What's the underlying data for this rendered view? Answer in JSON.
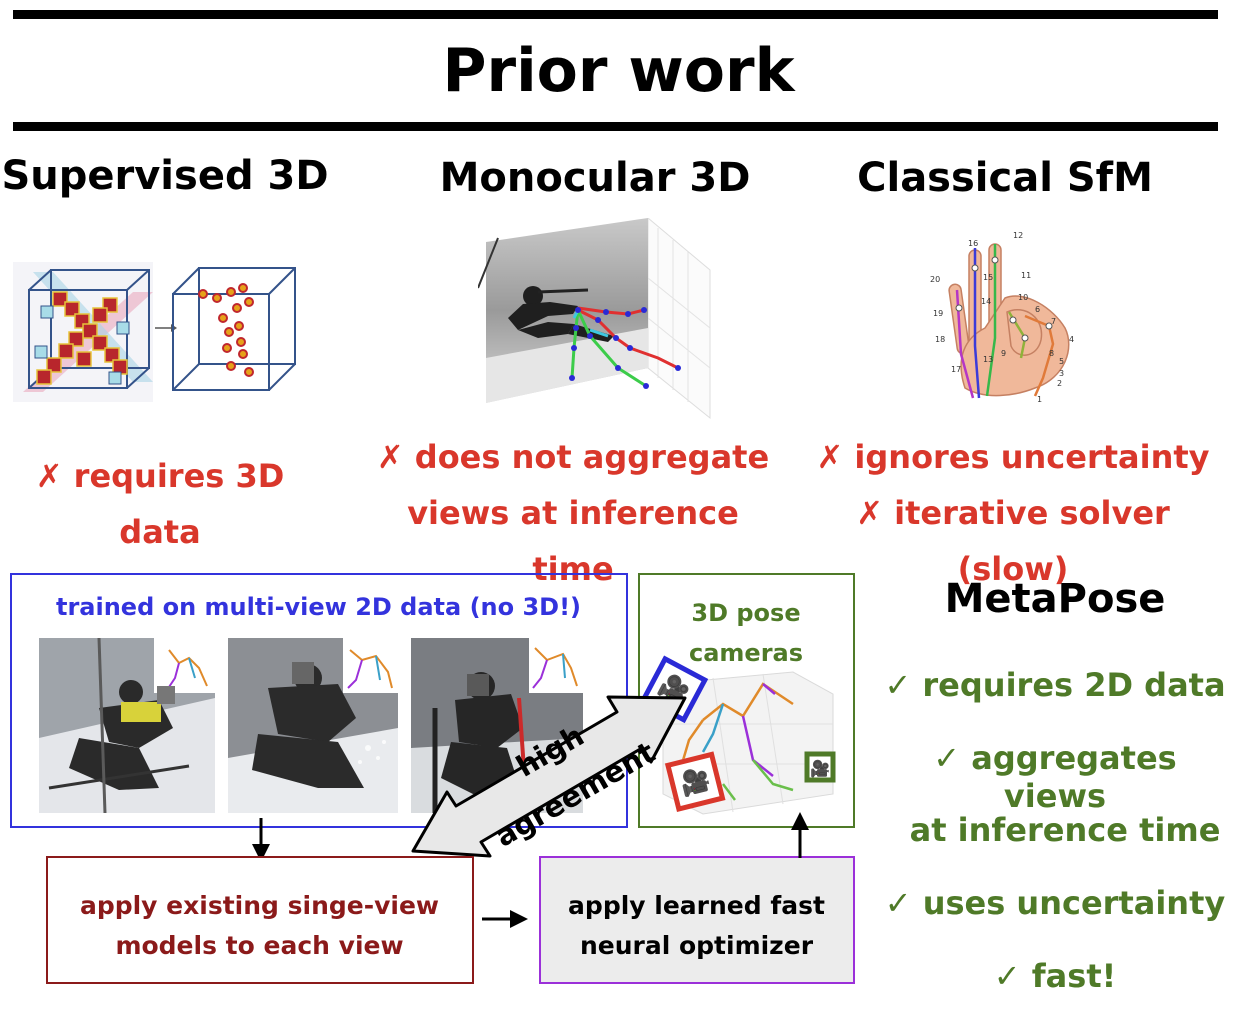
{
  "header": {
    "title": "Prior work"
  },
  "columns": [
    {
      "heading": "Supervised 3D",
      "cons": [
        "✗ requires 3D data"
      ]
    },
    {
      "heading": "Monocular 3D",
      "cons": [
        "✗ does not aggregate",
        "views at inference time"
      ]
    },
    {
      "heading": "Classical SfM",
      "cons": [
        "✗ ignores uncertainty",
        "✗ iterative solver (slow)"
      ]
    }
  ],
  "hand_labels": [
    "12",
    "16",
    "11",
    "15",
    "10",
    "20",
    "6",
    "7",
    "19",
    "14",
    "8",
    "4",
    "18",
    "9",
    "13",
    "5",
    "3",
    "17",
    "2",
    "1"
  ],
  "pipeline": {
    "training_box_label": "trained on multi-view 2D data (no 3D!)",
    "pose_box_label": [
      "3D pose",
      "cameras"
    ],
    "apply_models_label": [
      "apply existing singe-view",
      "models to each view"
    ],
    "optimizer_label": [
      "apply learned fast",
      "neural optimizer"
    ],
    "agreement_label": "high agreement"
  },
  "metapose": {
    "title": "MetaPose",
    "pros": [
      "✓ requires 2D data",
      "✓ aggregates views",
      "at inference time",
      "✓ uses uncertainty",
      "✓ fast!"
    ]
  },
  "colors": {
    "con_red": "#d9372b",
    "pro_green": "#4f7a28",
    "training_blue": "#3333dd",
    "pose_green": "#4f7a28",
    "apply_darkred": "#8b1a1a",
    "optimizer_purple": "#9b30d9",
    "camera_blue": "#2a2ad6",
    "camera_red": "#d9372b",
    "camera_green": "#4f7a28"
  }
}
